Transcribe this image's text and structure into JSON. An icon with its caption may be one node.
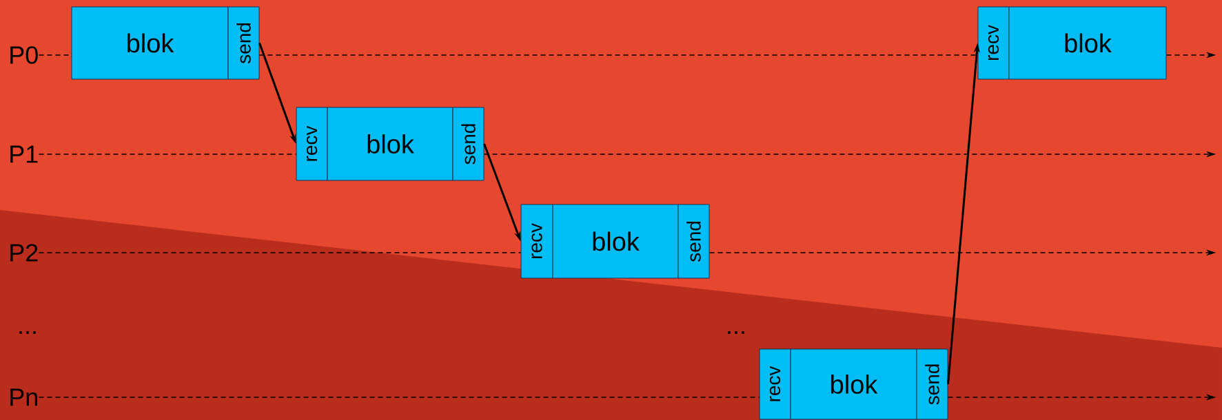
{
  "diagram": {
    "nodes": [
      {
        "text": [
          "P0"
        ]
      },
      {
        "text": [
          "blok"
        ]
      },
      {
        "text": [
          "send"
        ]
      },
      {
        "text": [
          "recv"
        ]
      },
      {
        "text": [
          "blok"
        ]
      },
      {
        "text": [
          "P1"
        ]
      },
      {
        "text": [
          "recv"
        ]
      },
      {
        "text": [
          "blok"
        ]
      },
      {
        "text": [
          "send"
        ]
      },
      {
        "text": [
          "P2"
        ]
      },
      {
        "text": [
          "recv"
        ]
      },
      {
        "text": [
          "blok"
        ]
      },
      {
        "text": [
          "send"
        ]
      },
      {
        "text": [
          "Pn"
        ]
      },
      {
        "text": [
          "recv"
        ]
      },
      {
        "text": [
          "blok"
        ]
      },
      {
        "text": [
          "send"
        ]
      }
    ],
    "edges": [
      {
        "from": 0,
        "to": null,
        "arrow": "to",
        "style": "dashed"
      },
      {
        "from": 5,
        "to": null,
        "arrow": "to",
        "style": "dashed"
      },
      {
        "from": 9,
        "to": null,
        "arrow": "to",
        "style": "dashed"
      },
      {
        "from": 13,
        "to": null,
        "arrow": "to",
        "style": "dashed"
      },
      {
        "from": 2,
        "to": 6,
        "arrow": "to"
      },
      {
        "from": 8,
        "to": 10,
        "arrow": "to"
      },
      {
        "from": 16,
        "to": 3,
        "arrow": "to"
      }
    ],
    "labels": [
      "...",
      "..."
    ]
  }
}
